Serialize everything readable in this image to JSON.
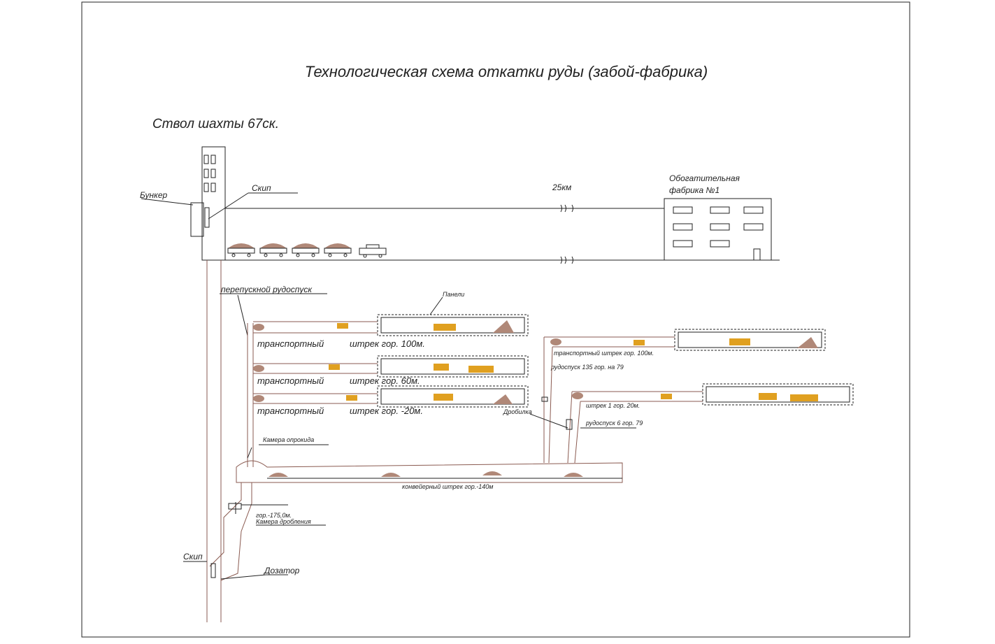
{
  "title": "Технологическая схема откатки руды (забой-фабрика)",
  "shaft_label": "Ствол шахты 67ск.",
  "labels": {
    "bunker": "Бункер",
    "skip_top": "Скип",
    "distance": "25км",
    "factory_line1": "Обогатительная",
    "factory_line2": "фабрика №1",
    "ore_pass": "перепускной рудоспуск",
    "panel": "Панели",
    "level_100_left_a": "транспортный",
    "level_100_left_b": "штрек гор. 100м.",
    "level_60_left_a": "транспортный",
    "level_60_left_b": "штрек гор. 60м.",
    "level_20_left_a": "транспортный",
    "level_20_left_b": "штрек гор. -20м.",
    "level_100_right": "транспортный штрек гор. 100м.",
    "orepass_135": "рудоспуск 135 гор. на 79",
    "level_20_right": "штрек 1 гор. 20м.",
    "crusher": "Дробилка",
    "orepass_6": "рудоспуск 6 гор. 79",
    "tipping_chamber": "Камера опрокида",
    "conveyor": "конвейерный штрек гор.-140м",
    "level_175": "гор.-175,0м.",
    "crushing_chamber": "Камера дробления",
    "skip_bottom": "Скип",
    "dispenser": "Дозатор"
  },
  "colors": {
    "line": "#8a5a50",
    "ink": "#222222",
    "ore": "#b08878",
    "vehicle": "#e0a020"
  }
}
